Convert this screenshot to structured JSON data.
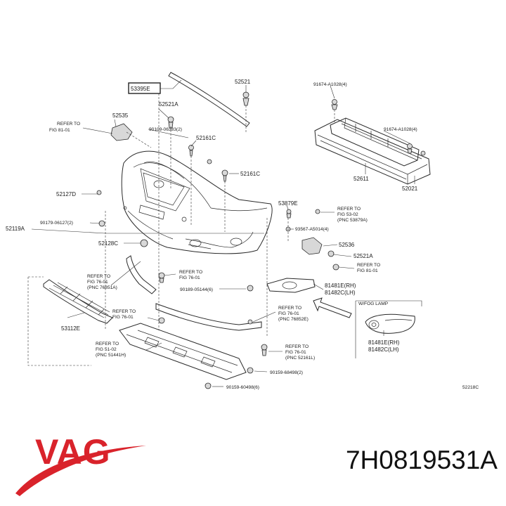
{
  "brand": {
    "name": "VAG",
    "color": "#d9232b"
  },
  "part_number": "7H0819531A",
  "diagram_code": "52218C",
  "callouts": {
    "c53395e": "53395E",
    "c52521": "52521",
    "c52521a": "52521A",
    "c52535": "52535",
    "c9010906383": "90109-06383(2)",
    "c52161c_a": "52161C",
    "c52161c_b": "52161C",
    "c52127d": "52127D",
    "c9017906127": "90179-06127(2)",
    "c52119a": "52119A",
    "c52128c": "52128C",
    "c9167a1028_a": "91674-A1028(4)",
    "c9167a1028_b": "91674-A1028(4)",
    "c52611": "52611",
    "c52021": "52021",
    "c53879e": "53879E",
    "c93567": "93567-A5014(4)",
    "c52536": "52536",
    "c52521a_b": "52521A",
    "c9018905144": "90189-05144(6)",
    "c81481e_a": "81481E(RH)",
    "c81482c_a": "81482C(LH)",
    "c81481e_b": "81481E(RH)",
    "c81482c_b": "81482C(LH)",
    "c53112e": "53112E",
    "c9015968498_a": "90159-68498(2)",
    "c9015968498_b": "90159-60498(6)",
    "wfog": "W/FOG LAMP"
  },
  "refs": {
    "r1": [
      "REFER TO",
      "FIG 81-01"
    ],
    "r2": [
      "REFER TO",
      "FIG 53-02",
      "(PNC 53879A)"
    ],
    "r3": [
      "REFER TO",
      "FIG 81-01"
    ],
    "r4": [
      "REFER TO",
      "FIG 76-01",
      "(PNC 76851A)"
    ],
    "r5": [
      "REFER TO",
      "FIG 76-01"
    ],
    "r6": [
      "REFER TO",
      "FIG 76-01",
      "(PNC 76852E)"
    ],
    "r7": [
      "REFER TO",
      "FIG 76-01"
    ],
    "r8": [
      "REFER TO",
      "FIG 51-02",
      "(PNC 51441H)"
    ],
    "r9": [
      "REFER TO",
      "FIG 76-01",
      "(PNC 52161L)"
    ]
  }
}
